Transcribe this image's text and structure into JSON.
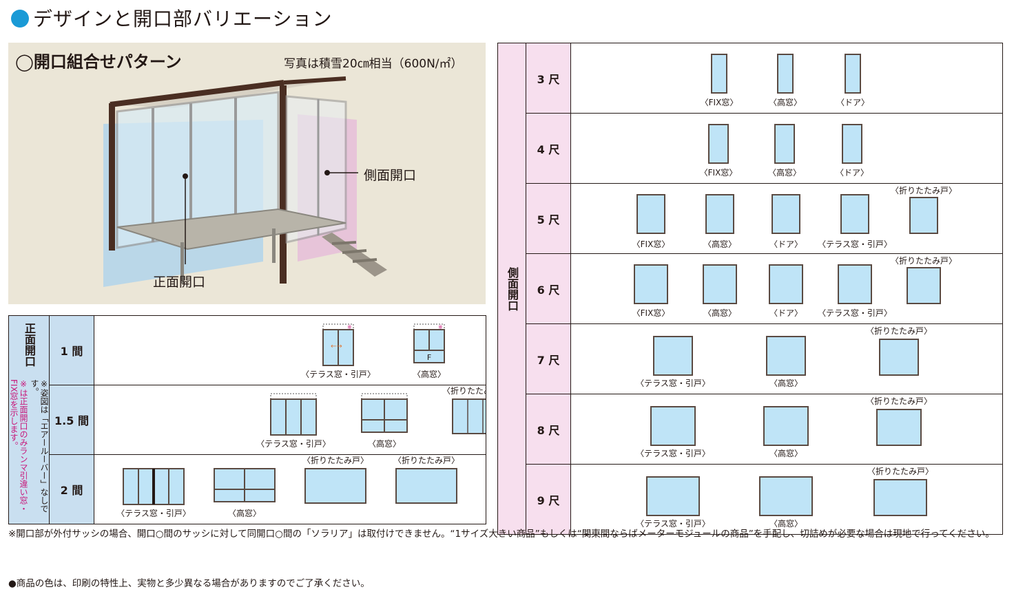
{
  "header": {
    "title": "デザインと開口部バリエーション"
  },
  "photo": {
    "title": "◯開口組合せパターン",
    "note": "写真は積雪20㎝相当（600N/㎡）",
    "label_side": "側面開口",
    "label_front": "正面開口"
  },
  "front": {
    "header": "正面開口",
    "note_magenta": "※は正面開口のみランマ引違い窓・FIX窓を示します。",
    "note_black": "※姿図は「エアールーバー」なしです。",
    "rows": [
      {
        "label": "1 間",
        "captions": [
          "〈テラス窓・引戸〉",
          "〈高窓〉"
        ]
      },
      {
        "label": "1.5 間",
        "captions": [
          "〈テラス窓・引戸〉",
          "〈高窓〉",
          "〈折りたたみ戸〉"
        ]
      },
      {
        "label": "2 間",
        "captions": [
          "〈テラス窓・引戸〉",
          "〈高窓〉",
          "〈折りたたみ戸〉",
          "〈折りたたみ戸〉"
        ]
      }
    ]
  },
  "side": {
    "header": "側面開口",
    "rows": [
      {
        "label": "3 尺",
        "captions": [
          "〈FIX窓〉",
          "〈高窓〉",
          "〈ドア〉"
        ]
      },
      {
        "label": "4 尺",
        "captions": [
          "〈FIX窓〉",
          "〈高窓〉",
          "〈ドア〉"
        ]
      },
      {
        "label": "5 尺",
        "captions": [
          "〈FIX窓〉",
          "〈高窓〉",
          "〈ドア〉",
          "〈テラス窓・引戸〉",
          "〈折りたたみ戸〉"
        ]
      },
      {
        "label": "6 尺",
        "captions": [
          "〈FIX窓〉",
          "〈高窓〉",
          "〈ドア〉",
          "〈テラス窓・引戸〉",
          "〈折りたたみ戸〉"
        ]
      },
      {
        "label": "7 尺",
        "captions": [
          "〈テラス窓・引戸〉",
          "〈高窓〉",
          "〈折りたたみ戸〉"
        ]
      },
      {
        "label": "8 尺",
        "captions": [
          "〈テラス窓・引戸〉",
          "〈高窓〉",
          "〈折りたたみ戸〉"
        ]
      },
      {
        "label": "9 尺",
        "captions": [
          "〈テラス窓・引戸〉",
          "〈高窓〉",
          "〈折りたたみ戸〉"
        ]
      }
    ]
  },
  "symbols": {
    "fix": "F",
    "asterisk": "※"
  },
  "footnotes": {
    "line1": "※開口部が外付サッシの場合、開口○間のサッシに対して同開口○間の「ソラリア」は取付けできません。“1サイズ大きい商品”もしくは“関東間ならばメーターモジュールの商品”を手配し、切詰めが必要な場合は現地で行ってください。",
    "line2": "●商品の色は、印刷の特性上、実物と多少異なる場合がありますのでご了承ください。"
  },
  "colors": {
    "accent": "#1a9ad6",
    "front_header": "#c9dff0",
    "side_header": "#f7dfee",
    "magenta": "#c8187a",
    "glass": "#bfe4f7",
    "frame": "#5a4a42",
    "arrow": "#e07a3a"
  }
}
